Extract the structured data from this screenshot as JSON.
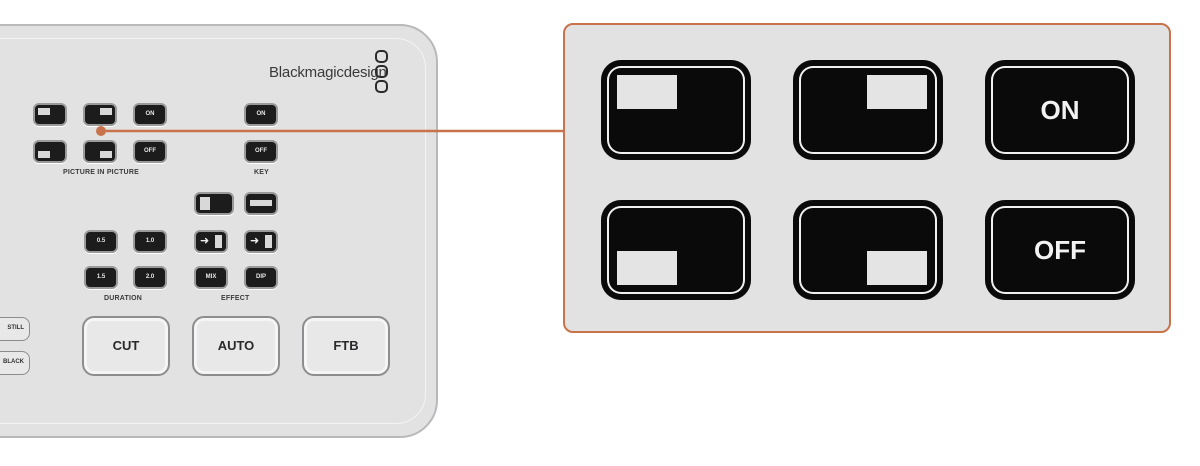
{
  "device": {
    "brand": "Blackmagicdesign",
    "pip_on": "ON",
    "pip_off": "OFF",
    "pip_label": "PICTURE IN PICTURE",
    "key_on": "ON",
    "key_off": "OFF",
    "key_label": "KEY",
    "duration_buttons": [
      "0.5",
      "1.0",
      "1.5",
      "2.0"
    ],
    "duration_label": "DURATION",
    "effect_mix": "MIX",
    "effect_dip": "DIP",
    "effect_label": "EFFECT",
    "still": "STILL",
    "black": "BLACK",
    "cut": "CUT",
    "auto": "AUTO",
    "ftb": "FTB"
  },
  "zoom": {
    "on": "ON",
    "off": "OFF"
  },
  "colors": {
    "accent": "#c8734b",
    "panel": "#e2e2e3",
    "button": "#0a0a0a"
  }
}
